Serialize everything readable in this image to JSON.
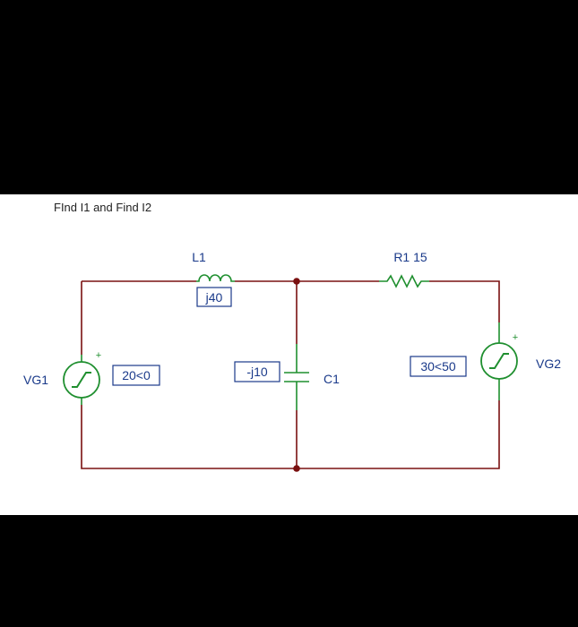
{
  "question": "FInd I1 and Find I2",
  "components": {
    "L1": {
      "name": "L1",
      "value": "j40"
    },
    "R1": {
      "name": "R1 15"
    },
    "C1": {
      "name": "C1",
      "value": "-j10"
    },
    "VG1": {
      "name": "VG1",
      "value": "20<0",
      "polarity": "+"
    },
    "VG2": {
      "name": "VG2",
      "value": "30<50",
      "polarity": "+"
    }
  },
  "colors": {
    "wire": "#7a1010",
    "component": "#1f8f2f",
    "label": "#1a3a8a",
    "value_box_border": "#1a3a8a"
  }
}
